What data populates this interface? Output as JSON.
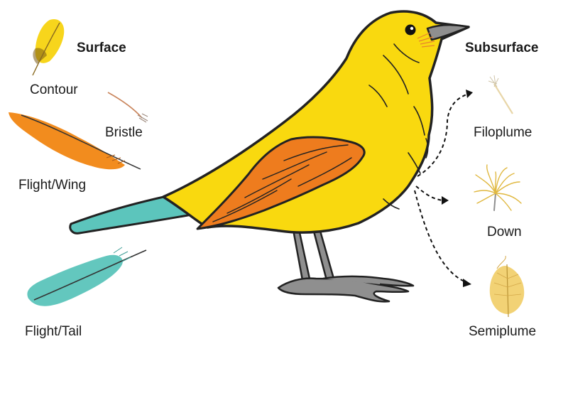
{
  "headings": {
    "surface": "Surface",
    "subsurface": "Subsurface"
  },
  "surface_feathers": [
    {
      "label": "Contour",
      "icon": "contour-feather-icon",
      "color": "#F7D51C"
    },
    {
      "label": "Bristle",
      "icon": "bristle-feather-icon",
      "color": "#C9845B"
    },
    {
      "label": "Flight/Wing",
      "icon": "wing-feather-icon",
      "color": "#F28C1E"
    },
    {
      "label": "Flight/Tail",
      "icon": "tail-feather-icon",
      "color": "#63C7BE"
    }
  ],
  "subsurface_feathers": [
    {
      "label": "Filoplume",
      "icon": "filoplume-feather-icon",
      "color": "#E8D6A8"
    },
    {
      "label": "Down",
      "icon": "down-feather-icon",
      "color": "#F2CF63"
    },
    {
      "label": "Semiplume",
      "icon": "semiplume-feather-icon",
      "color": "#F2D275"
    }
  ],
  "bird": {
    "icon": "songbird-illustration",
    "body_color": "#F9D90F",
    "wing_color": "#EE7C1E",
    "tail_color": "#5CC5BC",
    "leg_color": "#8F8F8F"
  }
}
